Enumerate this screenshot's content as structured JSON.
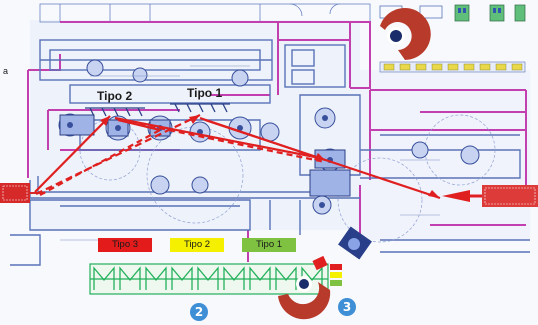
{
  "labels": {
    "tipo2_top": "Tipo 2",
    "tipo1_top": "Tipo 1",
    "side_letter": "a"
  },
  "legend": {
    "tipo3": "Tipo 3",
    "tipo2": "Tipo 2",
    "tipo1": "Tipo 1"
  },
  "badges": {
    "two": "2",
    "three": "3"
  },
  "colors": {
    "plan_blue": "#5a73b8",
    "wall_magenta": "#c23fb0",
    "arrow_red": "#e02020",
    "rack_green": "#22b05a",
    "badge_blue": "#3f8fd6",
    "robot_red": "#b83a2a",
    "tipo3_bg": "#e31b1b",
    "tipo2_bg": "#f4f000",
    "tipo1_bg": "#7fc241"
  }
}
